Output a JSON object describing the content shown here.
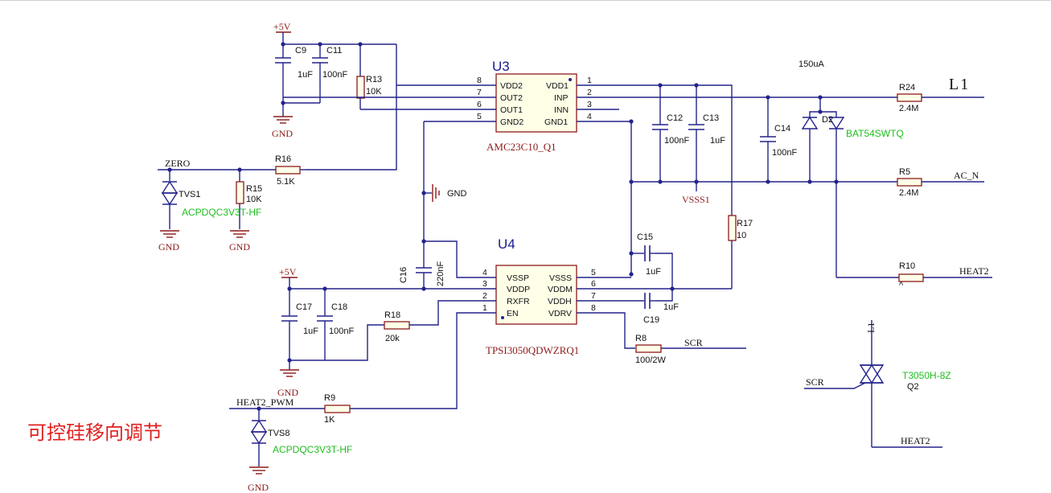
{
  "title": "可控硅移向调节",
  "power": {
    "vcc_top": "+5V",
    "vcc_bottom": "+5V",
    "gnd": "GND",
    "vsss": "VSSS1"
  },
  "note_current": "150uA",
  "nets": {
    "zero": "ZERO",
    "heat2_pwm": "HEAT2_PWM",
    "l1": "L1",
    "l1_q": "L1",
    "ac_n": "AC_N",
    "heat2_r10": "HEAT2",
    "heat2_q2": "HEAT2",
    "scr_r8": "SCR",
    "scr_q2": "SCR"
  },
  "u3": {
    "ref": "U3",
    "part": "AMC23C10_Q1",
    "left_pins": [
      {
        "num": "8",
        "name": "VDD2"
      },
      {
        "num": "7",
        "name": "OUT2"
      },
      {
        "num": "6",
        "name": "OUT1"
      },
      {
        "num": "5",
        "name": "GND2"
      }
    ],
    "right_pins": [
      {
        "num": "1",
        "name": "VDD1"
      },
      {
        "num": "2",
        "name": "INP"
      },
      {
        "num": "3",
        "name": "INN"
      },
      {
        "num": "4",
        "name": "GND1"
      }
    ]
  },
  "u4": {
    "ref": "U4",
    "part": "TPSI3050QDWZRQ1",
    "left_pins": [
      {
        "num": "4",
        "name": "VSSP"
      },
      {
        "num": "3",
        "name": "VDDP"
      },
      {
        "num": "2",
        "name": "RXFR"
      },
      {
        "num": "1",
        "name": "EN"
      }
    ],
    "right_pins": [
      {
        "num": "5",
        "name": "VSSS"
      },
      {
        "num": "6",
        "name": "VDDM"
      },
      {
        "num": "7",
        "name": "VDDH"
      },
      {
        "num": "8",
        "name": "VDRV"
      }
    ]
  },
  "components": {
    "c9": {
      "ref": "C9",
      "value": "1uF"
    },
    "c11": {
      "ref": "C11",
      "value": "100nF"
    },
    "r13": {
      "ref": "R13",
      "value": "10K"
    },
    "r16": {
      "ref": "R16",
      "value": "5.1K"
    },
    "r15": {
      "ref": "R15",
      "value": "10K"
    },
    "tvs1": {
      "ref": "TVS1",
      "part": "ACPDQC3V3T-HF"
    },
    "c12": {
      "ref": "C12",
      "value": "100nF"
    },
    "c13": {
      "ref": "C13",
      "value": "1uF"
    },
    "c14": {
      "ref": "C14",
      "value": "100nF"
    },
    "r24": {
      "ref": "R24",
      "value": "2.4M"
    },
    "r5": {
      "ref": "R5",
      "value": "2.4M"
    },
    "d2": {
      "ref": "D2",
      "part": "BAT54SWTQ"
    },
    "r17": {
      "ref": "R17",
      "value": "10"
    },
    "c15": {
      "ref": "C15",
      "value": "1uF"
    },
    "c19": {
      "ref": "C19",
      "value": "1uF"
    },
    "c16": {
      "ref": "C16",
      "value": "220nF"
    },
    "c17": {
      "ref": "C17",
      "value": "1uF"
    },
    "c18": {
      "ref": "C18",
      "value": "100nF"
    },
    "r18": {
      "ref": "R18",
      "value": "20k"
    },
    "r8": {
      "ref": "R8",
      "value": "100/2W"
    },
    "r9": {
      "ref": "R9",
      "value": "1K"
    },
    "tvs8": {
      "ref": "TVS8",
      "part": "ACPDQC3V3T-HF"
    },
    "r10": {
      "ref": "R10",
      "value": "^"
    },
    "q2": {
      "ref": "Q2",
      "part": "T3050H-8Z"
    }
  },
  "colors": {
    "wire": "#23238c",
    "power": "#8c1a1a",
    "part_green": "#1fbf1f",
    "title_red": "#e02020",
    "ref_blue": "#1a1a8c"
  }
}
